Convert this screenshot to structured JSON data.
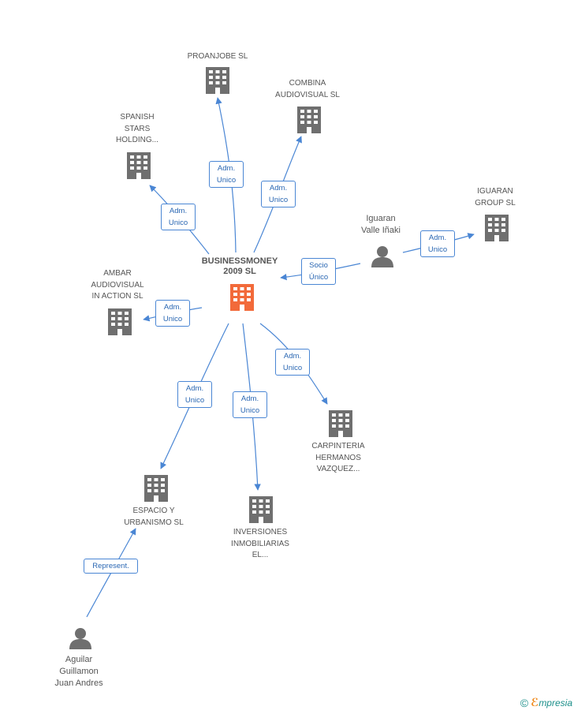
{
  "colors": {
    "edge": "#4a86d4",
    "building": "#6f6f6f",
    "building_main": "#f26a3a",
    "person": "#6f6f6f"
  },
  "nodes": {
    "main": "BUSINESSMONEY\n2009 SL",
    "proanjobe": "PROANJOBE SL",
    "combina": "COMBINA\nAUDIOVISUAL SL",
    "spanish": "SPANISH\nSTARS\nHOLDING...",
    "iguaran_group": "IGUARAN\nGROUP  SL",
    "iguaran_person": "Iguaran\nValle Iñaki",
    "ambar": "AMBAR\nAUDIOVISUAL\nIN ACTION SL",
    "carpinteria": "CARPINTERIA\nHERMANOS\nVAZQUEZ...",
    "espacio": "ESPACIO Y\nURBANISMO SL",
    "inversiones": "INVERSIONES\nINMOBILIARIAS\nEL...",
    "aguilar": "Aguilar\nGuillamon\nJuan Andres"
  },
  "edge_labels": {
    "proanjobe": "Adm.\nUnico",
    "combina": "Adm.\nUnico",
    "spanish": "Adm.\nUnico",
    "socio": "Socio\nÚnico",
    "iguaran_group": "Adm.\nUnico",
    "ambar": "Adm.\nUnico",
    "carpinteria": "Adm.\nUnico",
    "espacio": "Adm.\nUnico",
    "inversiones": "Adm.\nUnico",
    "represent": "Represent."
  },
  "brand": {
    "copyright": "©",
    "e": "ℰ",
    "name": "mpresia"
  }
}
